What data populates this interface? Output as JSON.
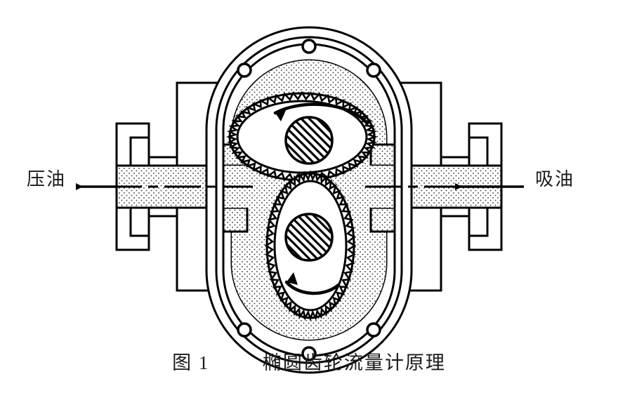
{
  "figure": {
    "caption_number": "图 1",
    "caption_title": "椭圆齿轮流量计原理",
    "labels": {
      "left": "压油",
      "right": "吸油"
    },
    "colors": {
      "line": "#000000",
      "background": "#ffffff",
      "stipple": "#2b2b2b",
      "text": "#1a1a1a"
    },
    "components": {
      "housing_outer_flange": "outer bolted flange ring",
      "housing_inner_wall": "measuring chamber wall",
      "upper_gear": "horizontal oval gear",
      "lower_gear": "vertical oval gear",
      "upper_hub": "hatched shaft hub",
      "lower_hub": "hatched shaft hub",
      "left_port": "pressure oil outlet pipe",
      "right_port": "suction oil inlet pipe",
      "centerline": "dash-dot axis centerline",
      "bolt_count": 6,
      "upper_rotation": "counterclockwise",
      "lower_rotation": "clockwise"
    }
  }
}
